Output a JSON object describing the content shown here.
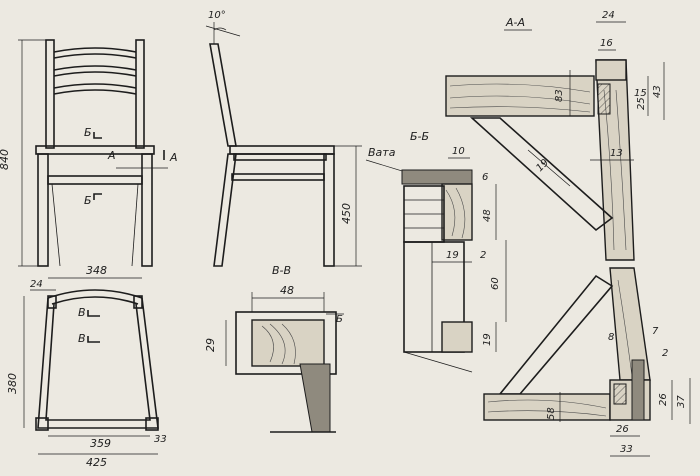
{
  "sections": {
    "aa": "А-А",
    "bb": "Б-Б",
    "vv": "В-В"
  },
  "callouts": {
    "b_upper": "Б",
    "b_lower": "Б",
    "a_left": "А",
    "a_right": "А",
    "v_upper": "В",
    "v_lower": "В",
    "b_vv": "Б"
  },
  "material": "Вата",
  "angle": "10°",
  "dims": {
    "height_840": "840",
    "seat_450": "450",
    "top_348": "348",
    "w_24": "24",
    "depth_380": "380",
    "inner_359": "359",
    "side_33": "33",
    "total_425": "425",
    "vv_48": "48",
    "vv_29": "29",
    "bb_10": "10",
    "bb_6": "6",
    "bb_48": "48",
    "bb_19a": "19",
    "bb_2": "2",
    "bb_60": "60",
    "bb_19b": "19",
    "aa_24": "24",
    "aa_16": "16",
    "aa_83": "83",
    "aa_15": "15",
    "aa_25": "25",
    "aa_43": "43",
    "aa_19": "19",
    "aa_13": "13",
    "aa_8": "8",
    "aa_7": "7",
    "aa_2": "2",
    "aa_26v": "26",
    "aa_37": "37",
    "aa_58": "58",
    "aa_26h": "26",
    "aa_33": "33"
  }
}
